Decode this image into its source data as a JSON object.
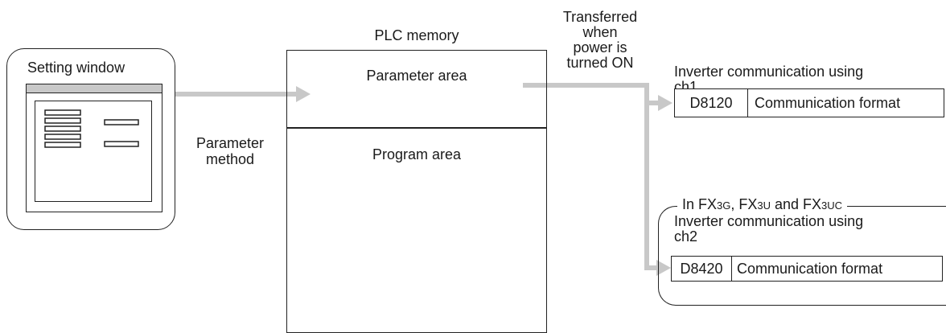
{
  "setting_window": {
    "label": "Setting window"
  },
  "parameter_method": {
    "line1": "Parameter",
    "line2": "method"
  },
  "plc_memory": {
    "title": "PLC memory",
    "parameter_area": "Parameter area",
    "program_area": "Program area"
  },
  "transfer_note": {
    "line1": "Transferred",
    "line2": "when",
    "line3": "power is",
    "line4": "turned ON"
  },
  "ch1": {
    "heading_line1": "Inverter communication using",
    "heading_line2": "ch1",
    "register": "D8120",
    "description": "Communication format"
  },
  "ch2_group": {
    "title_prefix": "In FX",
    "title_g": "3G",
    "title_sep1": ", FX",
    "title_u": "3U",
    "title_and": " and FX",
    "title_uc": "3UC",
    "heading_line1": "Inverter communication using",
    "heading_line2": "ch2",
    "register": "D8420",
    "description": "Communication format"
  },
  "colors": {
    "arrow": "#c8c8c8",
    "line": "#222222"
  }
}
